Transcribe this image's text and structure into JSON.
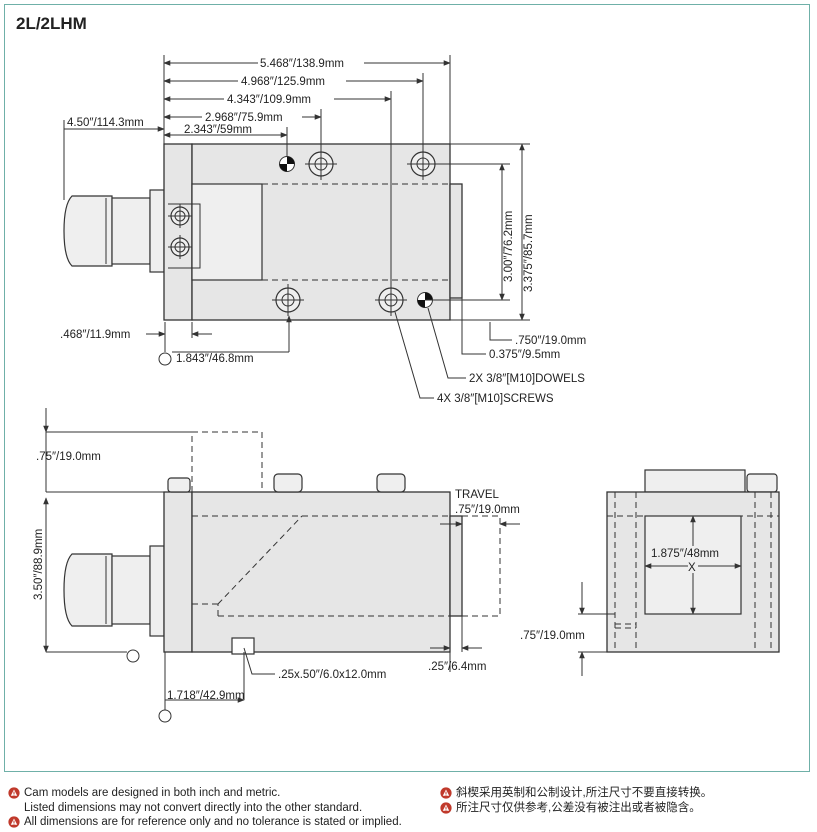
{
  "title": "2L/2LHM",
  "colors": {
    "frame": "#6fb0a8",
    "warning": "#c0392b",
    "body_fill": "#e6e6e6"
  },
  "top_view": {
    "dims": {
      "d1": "5.468″/138.9mm",
      "d2": "4.968″/125.9mm",
      "d3": "4.343″/109.9mm",
      "d4": "2.968″/75.9mm",
      "d5": "2.343″/59mm",
      "d6": "4.50″/114.3mm",
      "d7": ".468″/11.9mm",
      "d8": "1.843″/46.8mm",
      "d9": "3.00″/76.2mm",
      "d10": "3.375″/85.7mm",
      "d11": ".750″/19.0mm",
      "d12": "0.375″/9.5mm"
    },
    "callouts": {
      "dowels": "2X 3/8″[M10]DOWELS",
      "screws": "4X 3/8″[M10]SCREWS"
    }
  },
  "side_view": {
    "dims": {
      "d1": ".75″/19.0mm",
      "d2": "3.50″/88.9mm",
      "d3": ".25x.50″/6.0x12.0mm",
      "d4": ".25″/6.4mm",
      "d5": "1.718″/42.9mm"
    },
    "travel_label": "TRAVEL",
    "travel_value": ".75″/19.0mm"
  },
  "end_view": {
    "dims": {
      "d1": "1.875″/48mm",
      "x": "X",
      "d2": ".75″/19.0mm"
    }
  },
  "notes_en": {
    "line1": "Cam models are designed in both inch and metric.",
    "line2": "Listed dimensions may not convert directly into the other standard.",
    "line3": "All dimensions are for reference only and no tolerance is stated or implied."
  },
  "notes_cn": {
    "line1": "斜楔采用英制和公制设计,所注尺寸不要直接转换。",
    "line2": "所注尺寸仅供参考,公差没有被注出或者被隐含。"
  }
}
